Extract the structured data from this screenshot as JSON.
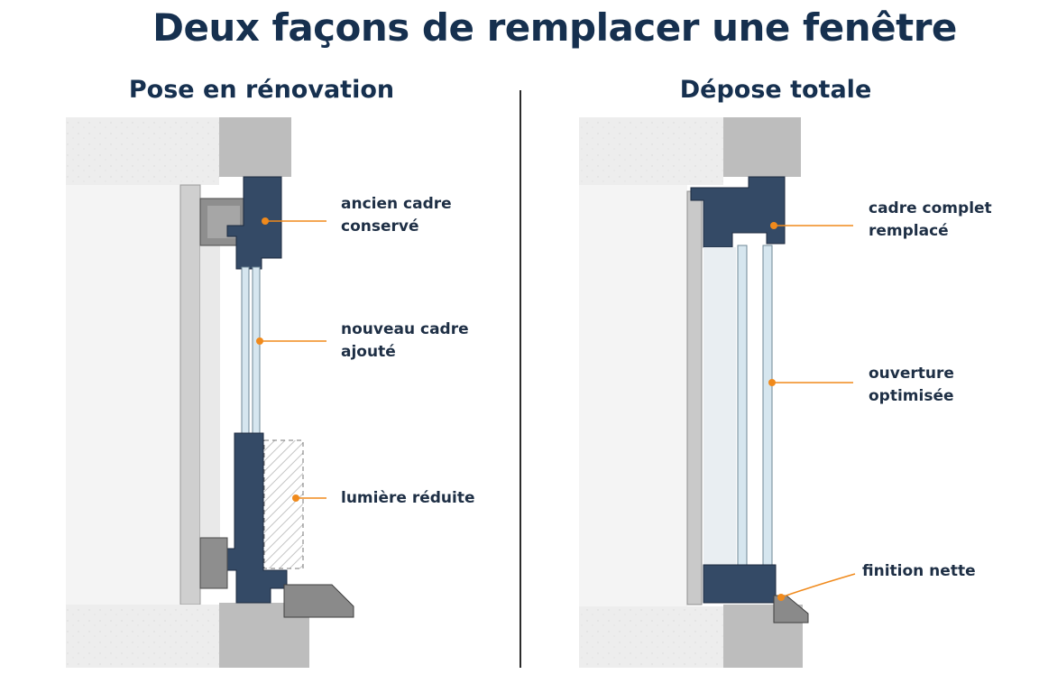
{
  "title": "Deux façons de remplacer une fenêtre",
  "panels": {
    "left": {
      "title": "Pose en rénovation",
      "labels": {
        "old_frame": [
          "ancien cadre",
          "conservé"
        ],
        "new_frame": [
          "nouveau cadre",
          "ajouté"
        ],
        "reduced_light": [
          "lumière réduite"
        ]
      }
    },
    "right": {
      "title": "Dépose totale",
      "labels": {
        "full_frame": [
          "cadre complet",
          "remplacé"
        ],
        "opening": [
          "ouverture",
          "optimisée"
        ],
        "finish": [
          "finition nette"
        ]
      }
    }
  },
  "colors": {
    "title": "#16304f",
    "frame": "#344a66",
    "frame_dark": "#22324a",
    "accent": "#f08a1c",
    "wall": "#e9e9e9",
    "stone": "#bcbcbc",
    "glass": "#d6e6ef"
  }
}
